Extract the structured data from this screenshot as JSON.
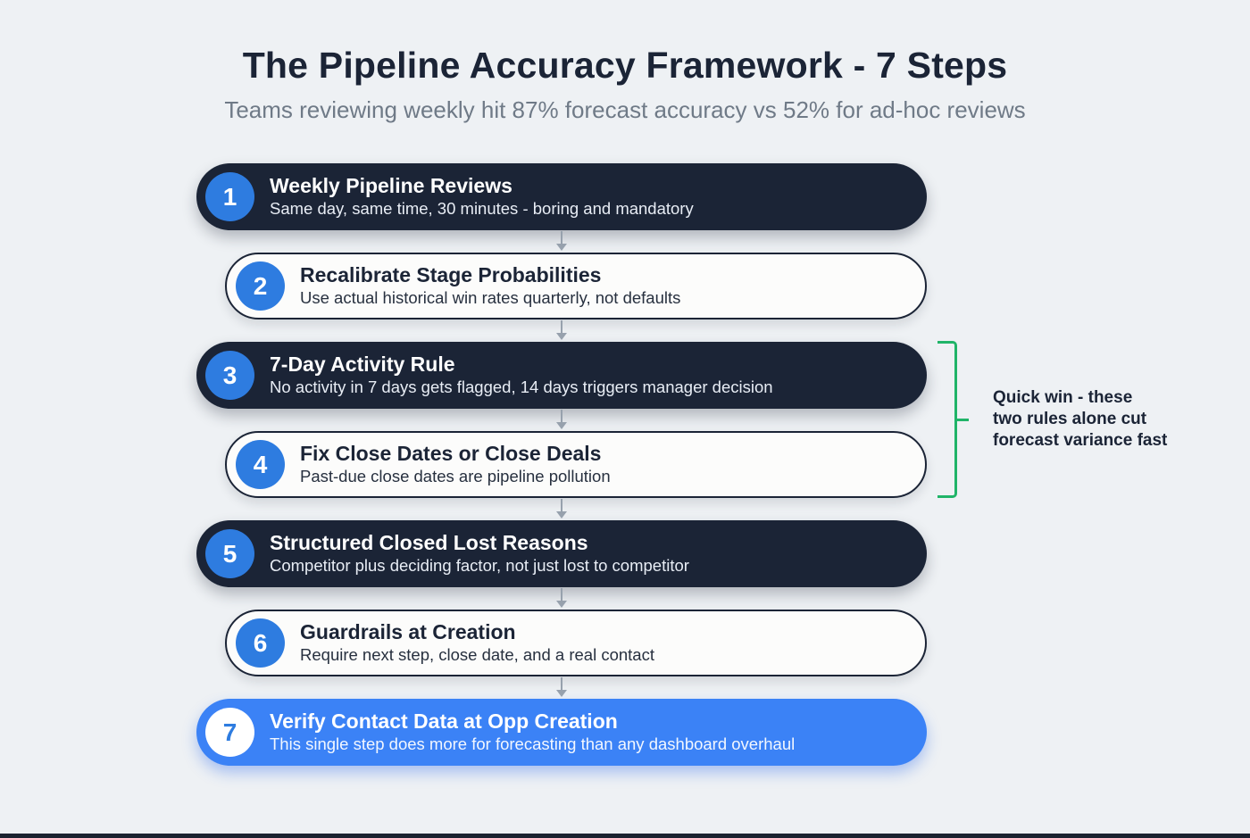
{
  "page": {
    "title": "The Pipeline Accuracy Framework - 7 Steps",
    "subtitle": "Teams reviewing weekly hit 87% forecast accuracy vs 52% for ad-hoc reviews"
  },
  "steps": [
    {
      "number": "1",
      "title": "Weekly Pipeline Reviews",
      "description": "Same day, same time, 30 minutes - boring and mandatory",
      "variant": "dark"
    },
    {
      "number": "2",
      "title": "Recalibrate Stage Probabilities",
      "description": "Use actual historical win rates quarterly, not defaults",
      "variant": "light"
    },
    {
      "number": "3",
      "title": "7-Day Activity Rule",
      "description": "No activity in 7 days gets flagged, 14 days triggers manager decision",
      "variant": "dark"
    },
    {
      "number": "4",
      "title": "Fix Close Dates or Close Deals",
      "description": "Past-due close dates are pipeline pollution",
      "variant": "light"
    },
    {
      "number": "5",
      "title": "Structured Closed Lost Reasons",
      "description": "Competitor plus deciding factor, not just lost to competitor",
      "variant": "dark"
    },
    {
      "number": "6",
      "title": "Guardrails at Creation",
      "description": "Require next step, close date, and a real contact",
      "variant": "light"
    },
    {
      "number": "7",
      "title": "Verify Contact Data at Opp Creation",
      "description": "This single step does more for forecasting than any dashboard overhaul",
      "variant": "accent"
    }
  ],
  "annotation": {
    "text": "Quick win - these two rules alone cut forecast variance fast",
    "lines": [
      "Quick win - these",
      "two rules alone cut",
      "forecast variance fast"
    ]
  },
  "colors": {
    "dark_navy": "#1b2436",
    "accent_blue": "#3b82f6",
    "badge_blue": "#2e7ce0",
    "bracket_green": "#20b468",
    "background": "#eef1f4",
    "subtitle_gray": "#6f7a87"
  }
}
